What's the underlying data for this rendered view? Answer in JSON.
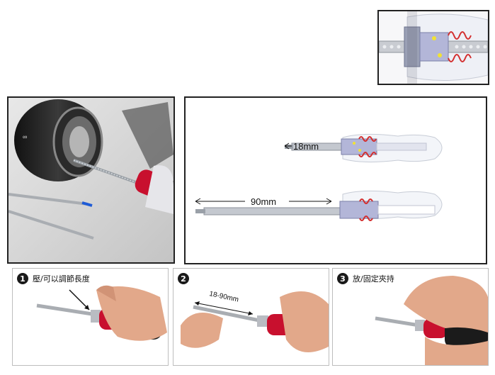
{
  "diagram": {
    "short_length": "18mm",
    "long_length": "90mm"
  },
  "steps": [
    {
      "number": "1",
      "label": "壓/可以調節長度"
    },
    {
      "number": "2",
      "label": "",
      "dimension": "18-90mm"
    },
    {
      "number": "3",
      "label": "放/固定夾持"
    }
  ],
  "colors": {
    "handle_red": "#c8102e",
    "handle_black": "#1b1b1b",
    "shaft_silver": "#b8bcc2",
    "spring_red": "#d32f2f",
    "ball_yellow": "#f2e233",
    "frame": "#222222"
  }
}
